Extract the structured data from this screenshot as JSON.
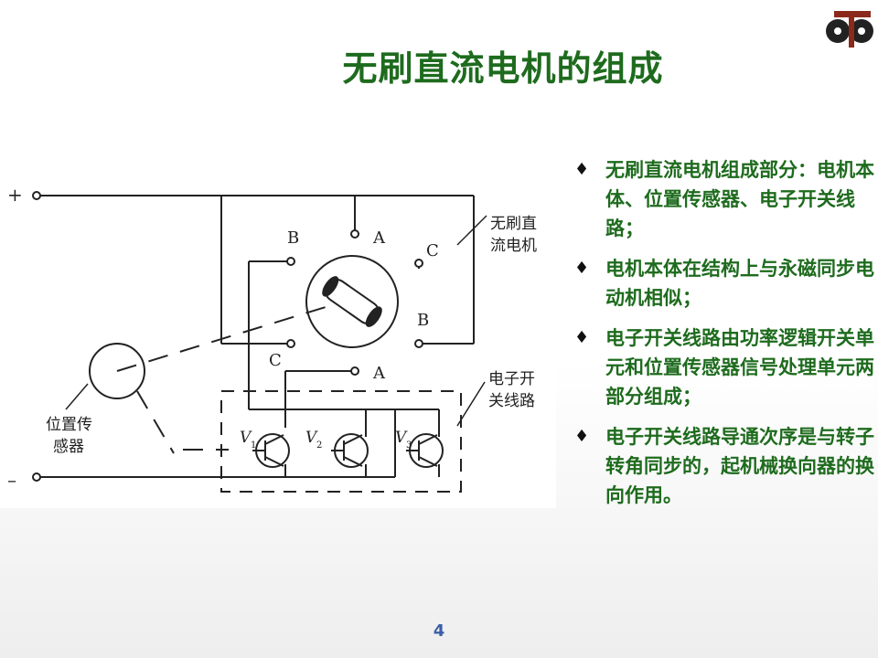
{
  "slide": {
    "title": "无刷直流电机的组成",
    "page_number": "4"
  },
  "diagram": {
    "terminal_plus": "+",
    "terminal_minus": "–",
    "motor_label_line1": "无刷直",
    "motor_label_line2": "流电机",
    "switch_label_line1": "电子开",
    "switch_label_line2": "关线路",
    "sensor_label_line1": "位置传",
    "sensor_label_line2": "感器",
    "terminal_b": "B",
    "terminal_a": "A",
    "terminal_c_prime": "C",
    "terminal_b_prime": "B",
    "terminal_c": "C",
    "terminal_a_prime": "A",
    "transistor_v1": "V",
    "transistor_v1_sub": "1",
    "transistor_v2": "V",
    "transistor_v2_sub": "2",
    "transistor_v3": "V",
    "transistor_v3_sub": "3"
  },
  "bullets": [
    {
      "marker": "♦",
      "text": "无刷直流电机组成部分：电机本体、位置传感器、电子开关线路；"
    },
    {
      "marker": "♦",
      "text": "电机本体在结构上与永磁同步电动机相似；"
    },
    {
      "marker": "♦",
      "text": "电子开关线路由功率逻辑开关单元和位置传感器信号处理单元两部分组成；"
    },
    {
      "marker": "♦",
      "text": "电子开关线路导通次序是与转子转角同步的，起机械换向器的换向作用。"
    }
  ]
}
